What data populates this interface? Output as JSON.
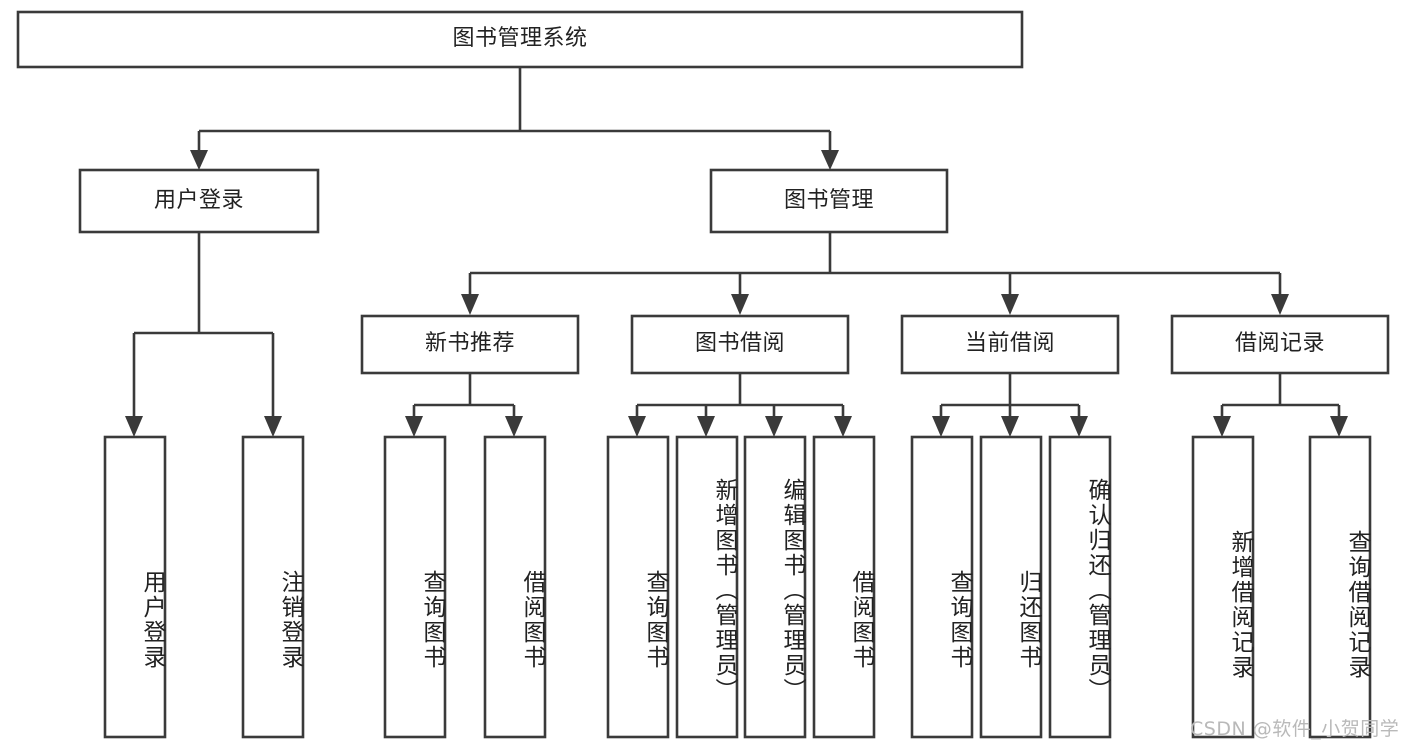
{
  "diagram": {
    "title": "图书管理系统",
    "watermark": "CSDN @软件_小贺同学",
    "colors": {
      "stroke": "#3a3a3a",
      "box_fill": "#ffffff",
      "text": "#222222",
      "watermark": "#b9b9b9",
      "background": "#ffffff"
    },
    "nodes": {
      "root": {
        "label": "图书管理系统"
      },
      "level2": [
        {
          "label": "用户登录"
        },
        {
          "label": "图书管理"
        }
      ],
      "level3": [
        {
          "label": "新书推荐"
        },
        {
          "label": "图书借阅"
        },
        {
          "label": "当前借阅"
        },
        {
          "label": "借阅记录"
        }
      ],
      "leaves": [
        {
          "label": "用户登录",
          "parent": "用户登录"
        },
        {
          "label": "注销登录",
          "parent": "用户登录"
        },
        {
          "label": "查询图书",
          "parent": "新书推荐"
        },
        {
          "label": "借阅图书",
          "parent": "新书推荐"
        },
        {
          "label": "查询图书",
          "parent": "图书借阅"
        },
        {
          "label": "新增图书（管理员）",
          "parent": "图书借阅"
        },
        {
          "label": "编辑图书（管理员）",
          "parent": "图书借阅"
        },
        {
          "label": "借阅图书",
          "parent": "图书借阅"
        },
        {
          "label": "查询图书",
          "parent": "当前借阅"
        },
        {
          "label": "归还图书",
          "parent": "当前借阅"
        },
        {
          "label": "确认归还（管理员）",
          "parent": "当前借阅"
        },
        {
          "label": "新增借阅记录",
          "parent": "借阅记录"
        },
        {
          "label": "查询借阅记录",
          "parent": "借阅记录"
        }
      ]
    }
  }
}
